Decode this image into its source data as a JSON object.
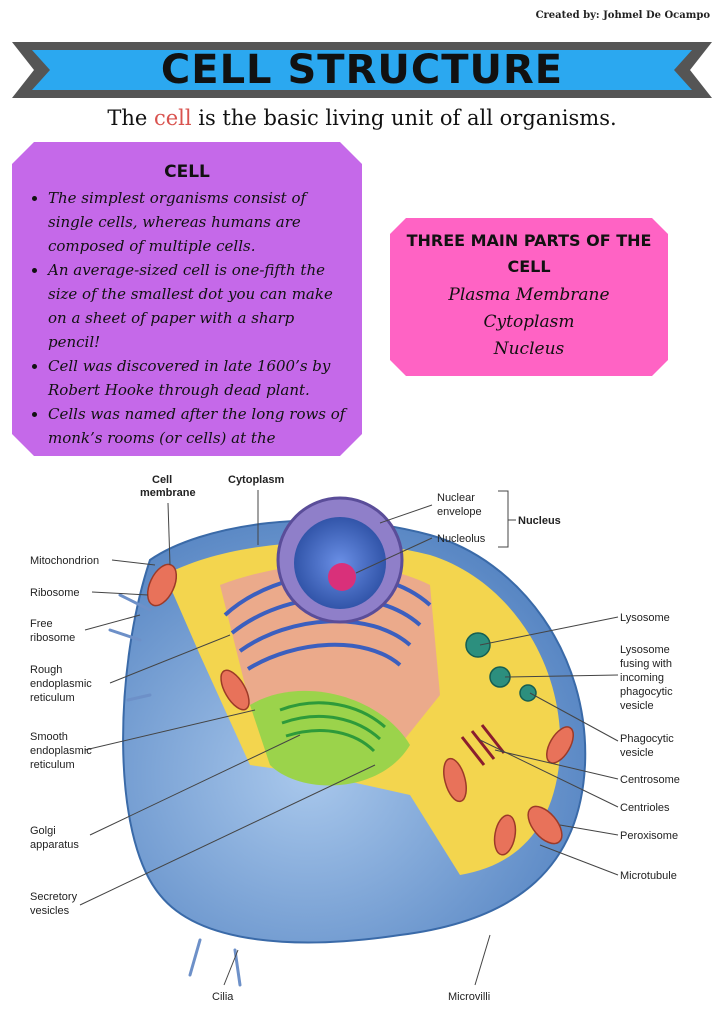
{
  "credit": "Created by: Johmel De Ocampo",
  "title": "CELL STRUCTURE",
  "subtitle": {
    "before": "The ",
    "highlight": "cell",
    "after": " is the basic living unit of all organisms."
  },
  "cell_box": {
    "heading": "CELL",
    "bullets": [
      "The simplest organisms consist of single cells, whereas humans are composed of multiple cells.",
      "An average-sized cell is one-fifth the size of the smallest dot you can make on a sheet of paper with a sharp pencil!",
      "Cell was discovered in late 1600’s by Robert Hooke through dead plant.",
      "Cells was named after the long rows of monk’s rooms (or cells) at the monastery."
    ]
  },
  "parts_box": {
    "heading": "THREE MAIN PARTS OF THE CELL",
    "parts": [
      "Plasma Membrane",
      "Cytoplasm",
      "Nucleus"
    ]
  },
  "labels": {
    "cell_membrane": [
      "Cell",
      "membrane"
    ],
    "cytoplasm": "Cytoplasm",
    "nuclear_envelope": [
      "Nuclear",
      "envelope"
    ],
    "nucleolus": "Nucleolus",
    "nucleus": "Nucleus",
    "mitochondrion": "Mitochondrion",
    "ribosome": "Ribosome",
    "free_ribosome": [
      "Free",
      "ribosome"
    ],
    "rough_er": [
      "Rough",
      "endoplasmic",
      "reticulum"
    ],
    "smooth_er": [
      "Smooth",
      "endoplasmic",
      "reticulum"
    ],
    "golgi": [
      "Golgi",
      "apparatus"
    ],
    "secretory": [
      "Secretory",
      "vesicles"
    ],
    "cilia": "Cilia",
    "microvilli": "Microvilli",
    "lysosome": "Lysosome",
    "lysosome_fusing": [
      "Lysosome",
      "fusing with",
      "incoming",
      "phagocytic",
      "vesicle"
    ],
    "phagocytic": [
      "Phagocytic",
      "vesicle"
    ],
    "centrosome": "Centrosome",
    "centrioles": "Centrioles",
    "peroxisome": "Peroxisome",
    "microtubule": "Microtubule"
  },
  "colors": {
    "banner": "#2ba8f0",
    "banner_edge": "#555555",
    "cell_box": "#c569e9",
    "parts_box": "#ff63c4",
    "highlight": "#d9534f"
  }
}
